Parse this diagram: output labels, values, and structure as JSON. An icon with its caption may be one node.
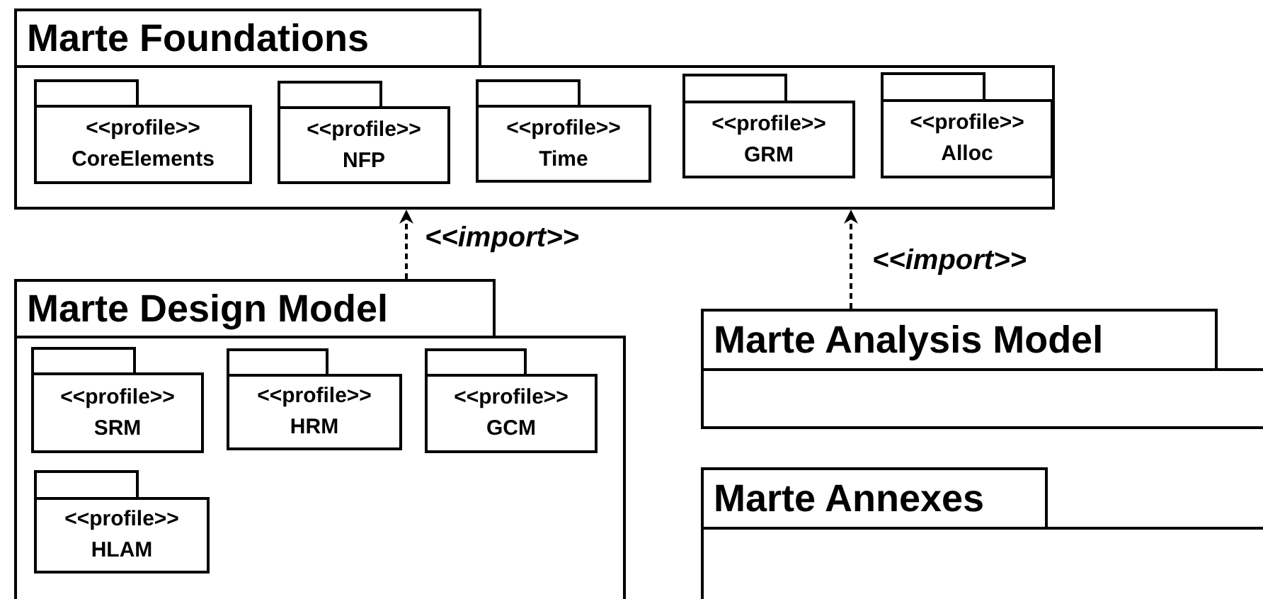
{
  "diagram": {
    "nodes": [
      {
        "text": [
          "Marte Foundations"
        ]
      },
      {
        "text": [
          "<<profile>>",
          "CoreElements"
        ],
        "in": 0
      },
      {
        "text": [
          "<<profile>>",
          "NFP"
        ],
        "in": 0
      },
      {
        "text": [
          "<<profile>>",
          "Time"
        ],
        "in": 0
      },
      {
        "text": [
          "<<profile>>",
          "GRM"
        ],
        "in": 0
      },
      {
        "text": [
          "<<profile>>",
          "Alloc"
        ],
        "in": 0
      },
      {
        "text": [
          "Marte Design Model"
        ]
      },
      {
        "text": [
          "<<profile>>",
          "SRM"
        ],
        "in": 6
      },
      {
        "text": [
          "<<profile>>",
          "HRM"
        ],
        "in": 6
      },
      {
        "text": [
          "<<profile>>",
          "GCM"
        ],
        "in": 6
      },
      {
        "text": [
          "<<profile>>",
          "HLAM"
        ],
        "in": 6
      },
      {
        "text": [
          "Marte Analysis Model"
        ]
      },
      {
        "text": [
          "Marte Annexes"
        ]
      }
    ],
    "edges": [
      {
        "from": 6,
        "to": 0,
        "arrow": "to",
        "style": "dashed",
        "label": "<<import>>"
      },
      {
        "from": 11,
        "to": 0,
        "arrow": "to",
        "style": "dashed",
        "label": "<<import>>"
      }
    ]
  }
}
